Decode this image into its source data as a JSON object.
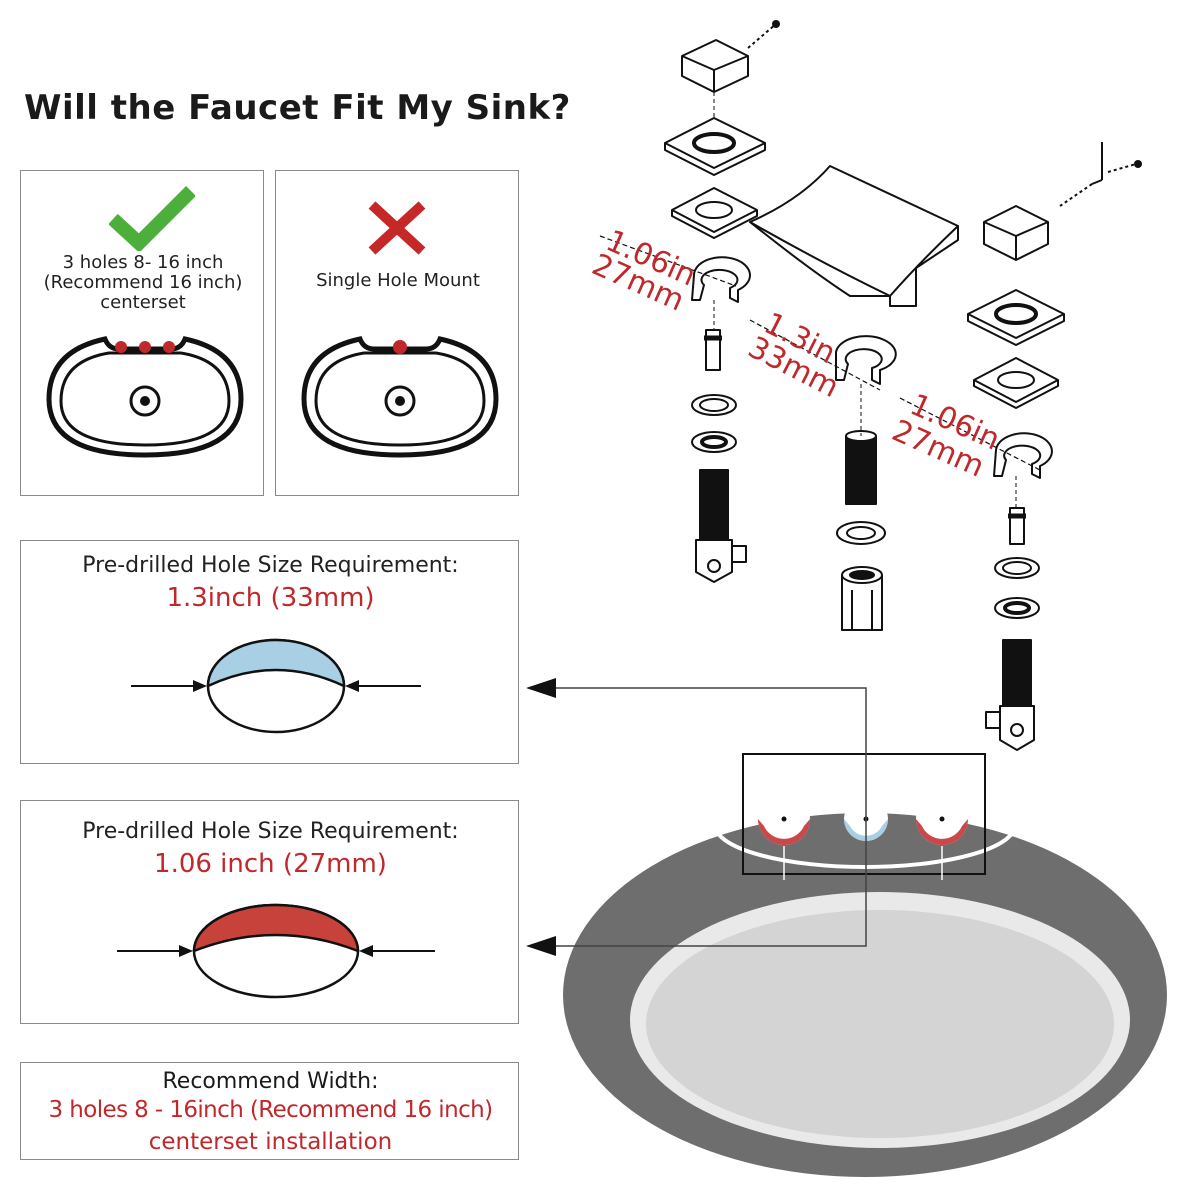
{
  "title": "Will the Faucet Fit My Sink?",
  "compat": {
    "yes_caption": [
      "3 holes 8- 16 inch",
      "(Recommend 16 inch)",
      "centerset"
    ],
    "no_caption": "Single Hole Mount"
  },
  "req1": {
    "label": "Pre-drilled Hole Size Requirement:",
    "value": "1.3inch (33mm)"
  },
  "req2": {
    "label": "Pre-drilled Hole Size Requirement:",
    "value": "1.06 inch (27mm)"
  },
  "width": {
    "label": "Recommend Width:",
    "line1": "3 holes 8 - 16inch (Recommend 16 inch)",
    "line2": "centerset installation"
  },
  "dims": {
    "left_in": "1.06in",
    "left_mm": "27mm",
    "mid_in": "1.3in",
    "mid_mm": "33mm",
    "right_in": "1.06in",
    "right_mm": "27mm"
  },
  "colors": {
    "accent_red": "#c0282c",
    "check_green": "#4caf3c",
    "hole_blue": "#a9cfe4",
    "sink_gray": "#6e6e6e"
  }
}
